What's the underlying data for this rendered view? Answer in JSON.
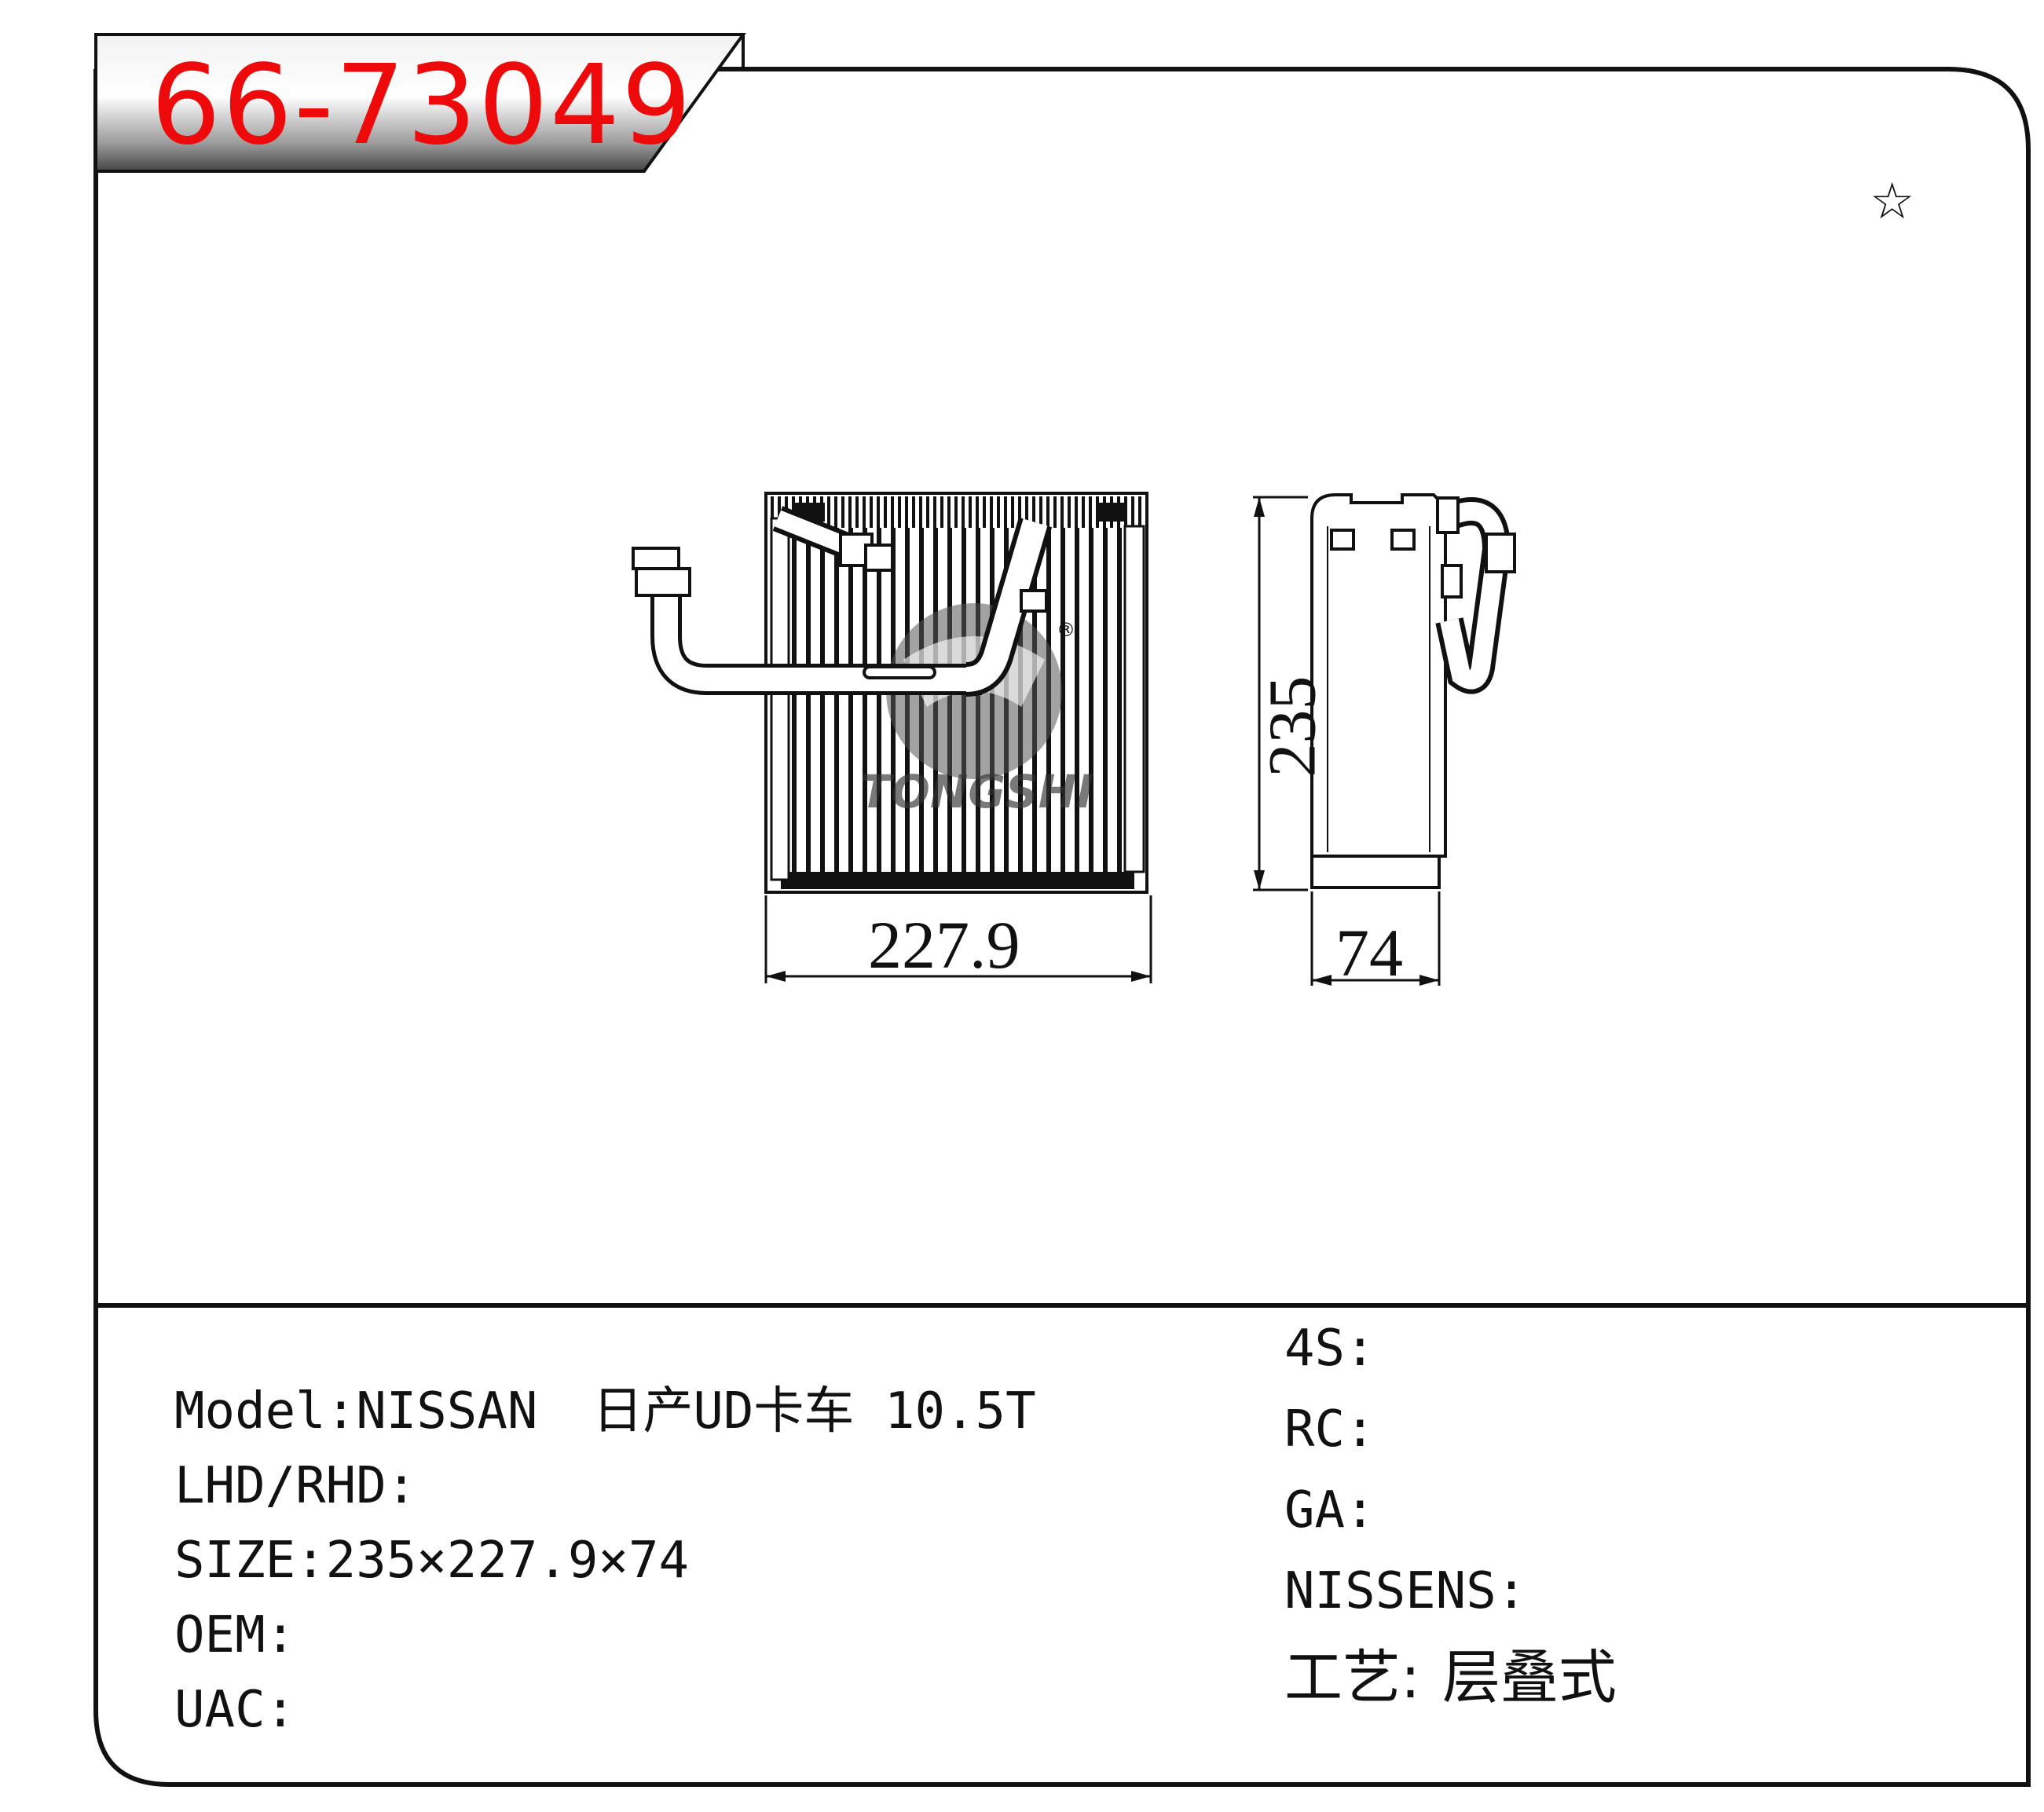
{
  "part_number": "66-73049",
  "star": "☆",
  "dimensions": {
    "width": "227.9",
    "height": "235",
    "depth": "74"
  },
  "logo_text": "TONGSHI",
  "specs_left": {
    "model_label": "Model:",
    "model_brand": "NISSAN",
    "model_desc": "日产UD卡车 10.5T",
    "hand_label": "LHD/RHD:",
    "hand_value": "",
    "size_label": "SIZE:",
    "size_value": "235×227.9×74",
    "oem_label": "OEM:",
    "oem_value": "",
    "uac_label": "UAC:",
    "uac_value": ""
  },
  "specs_right": {
    "s4_label": "4S:",
    "s4_value": "",
    "rc_label": "RC:",
    "rc_value": "",
    "ga_label": "GA:",
    "ga_value": "",
    "nissens_label": "NISSENS:",
    "nissens_value": "",
    "craft_label": "工艺:",
    "craft_value": "层叠式"
  }
}
